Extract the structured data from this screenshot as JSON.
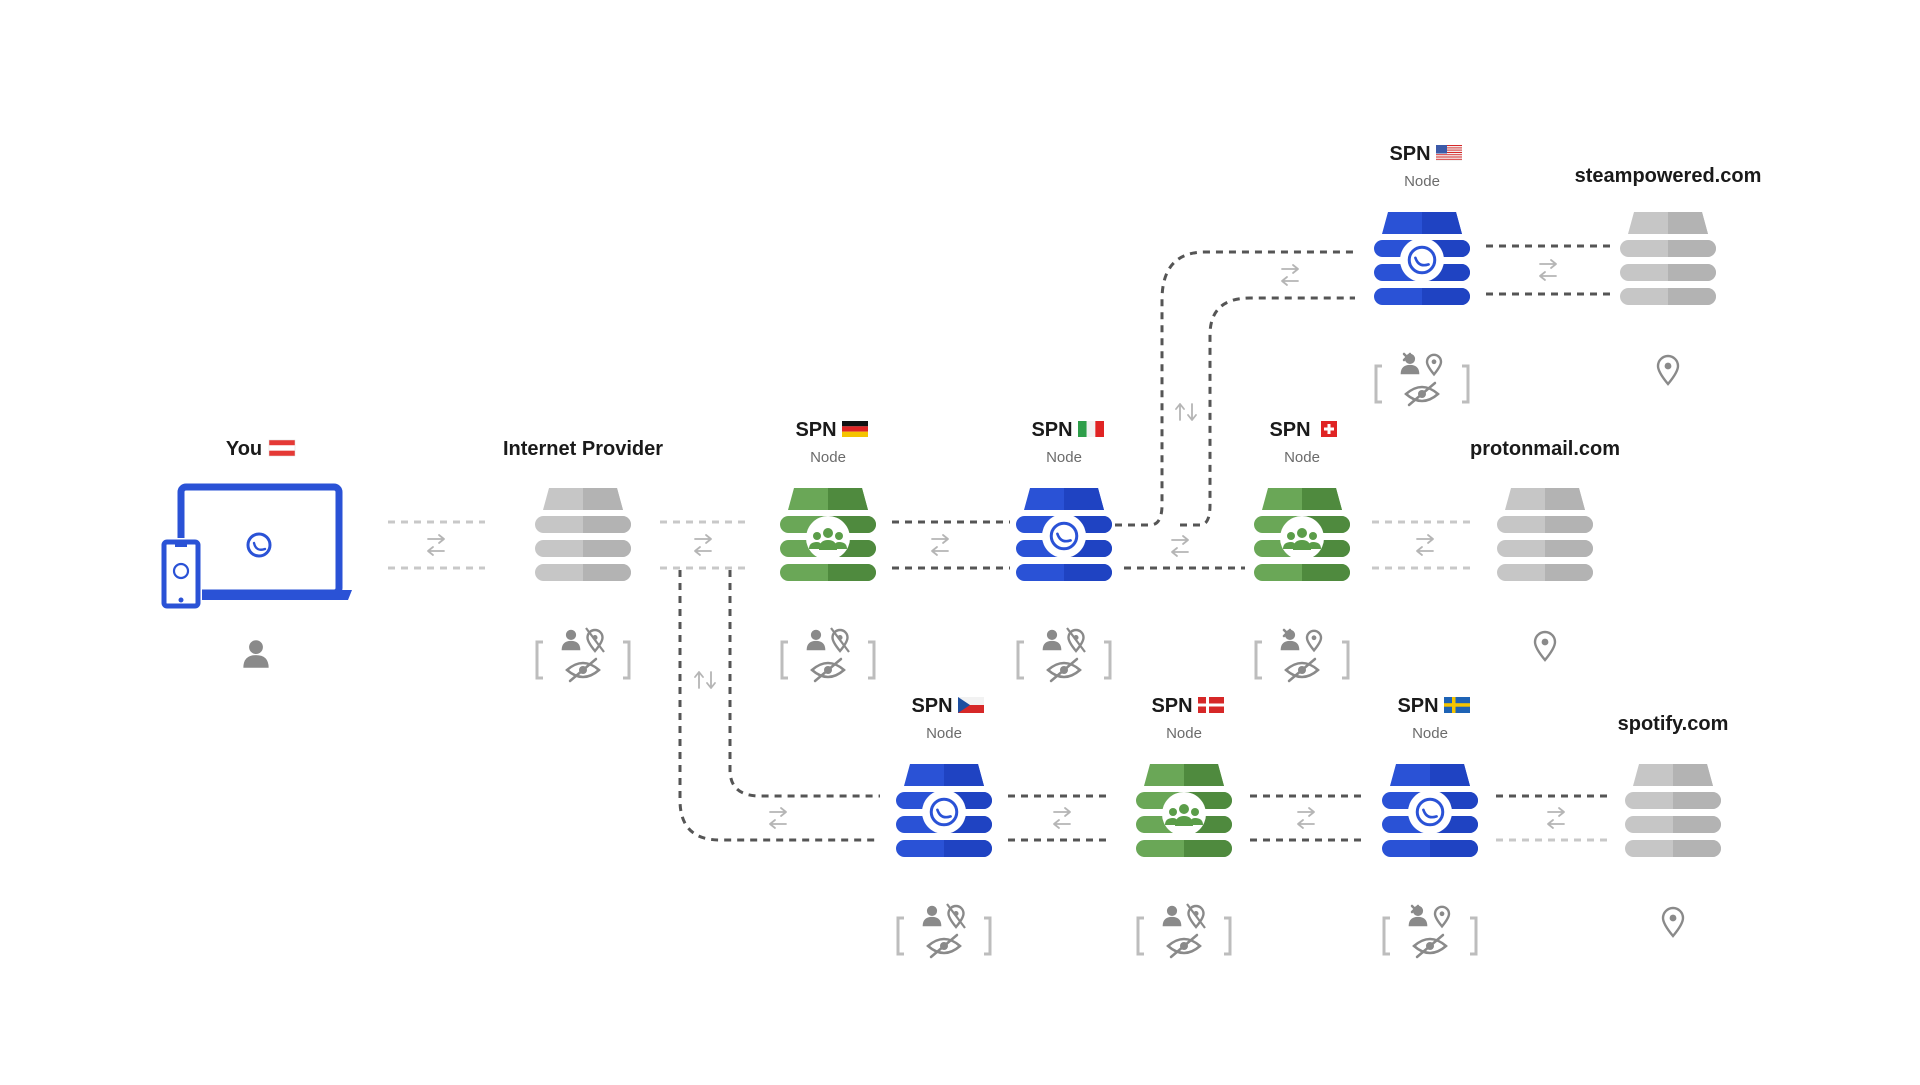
{
  "you": {
    "label": "You",
    "flag": "austria"
  },
  "isp": {
    "label": "Internet Provider"
  },
  "spn_label": "SPN",
  "node_label": "Node",
  "spn_nodes": [
    {
      "id": "de",
      "flag": "germany",
      "kind": "community"
    },
    {
      "id": "it",
      "flag": "italy",
      "kind": "safing"
    },
    {
      "id": "ch",
      "flag": "switzerland",
      "kind": "community"
    },
    {
      "id": "us",
      "flag": "usa",
      "kind": "safing"
    },
    {
      "id": "cz",
      "flag": "czech",
      "kind": "safing"
    },
    {
      "id": "dk",
      "flag": "denmark",
      "kind": "community"
    },
    {
      "id": "se",
      "flag": "sweden",
      "kind": "safing"
    }
  ],
  "destinations": [
    {
      "id": "steam",
      "label": "steampowered.com"
    },
    {
      "id": "proton",
      "label": "protonmail.com"
    },
    {
      "id": "spotify",
      "label": "spotify.com"
    }
  ],
  "colors": {
    "safing_blue": "#2a52d6",
    "community_green": "#5b9d49",
    "server_gray": "#c6c6c6",
    "icon_gray": "#8a8a8a",
    "line_dark": "#555555",
    "line_light": "#c8c8c8"
  },
  "icons": [
    "laptop-icon",
    "phone-icon",
    "user-icon",
    "location-pin-icon",
    "hidden-eye-icon",
    "no-location-icon",
    "community-icon",
    "portmaster-logo-icon"
  ]
}
